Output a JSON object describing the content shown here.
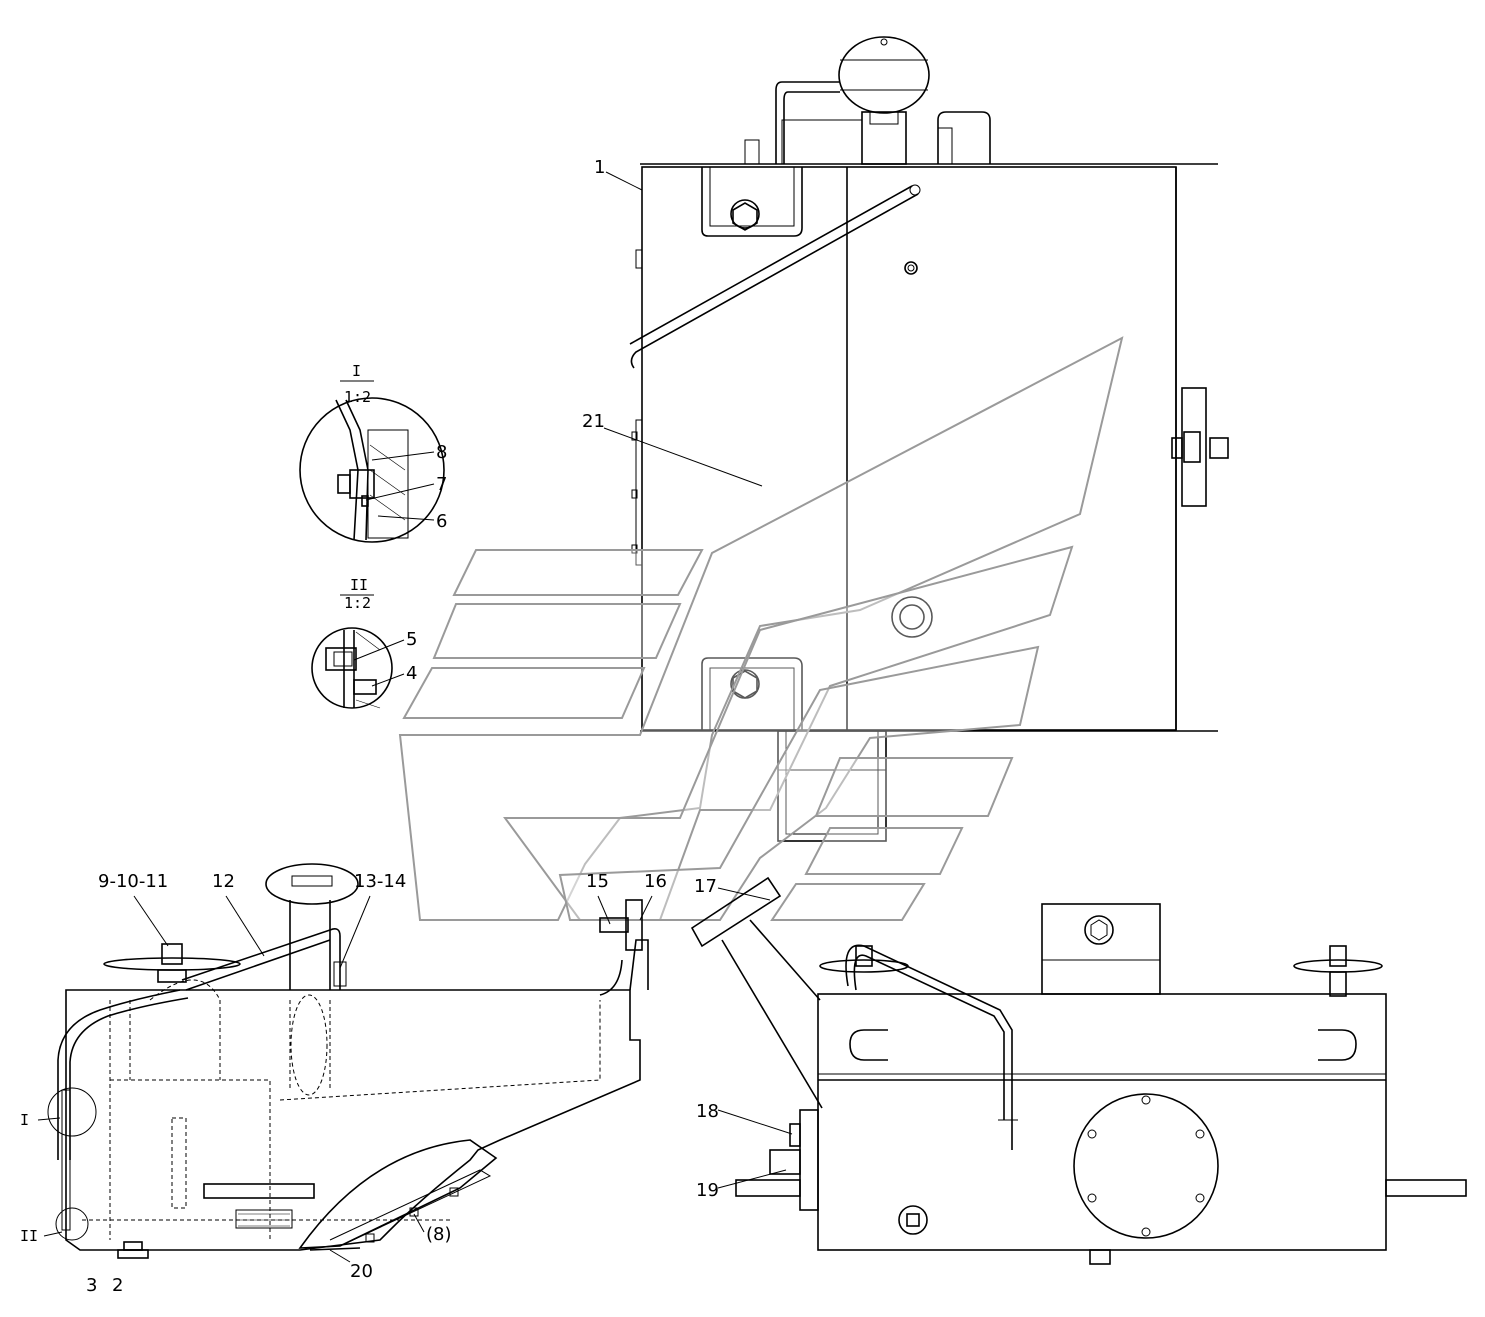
{
  "callouts": {
    "c1": "1",
    "c21": "21",
    "c8": "8",
    "c7": "7",
    "c6": "6",
    "c5": "5",
    "c4": "4",
    "c9_10_11": "9-10-11",
    "c12": "12",
    "c13_14": "13-14",
    "c15": "15",
    "c16": "16",
    "c17": "17",
    "c18": "18",
    "c19": "19",
    "c20": "20",
    "c8b": "(8)",
    "c3": "3",
    "c2": "2"
  },
  "details": {
    "detail_I": {
      "id": "I",
      "scale": "1:2"
    },
    "detail_II": {
      "id": "II",
      "scale": "1:2"
    }
  },
  "detail_markers": {
    "marker_I": "I",
    "marker_II": "II"
  },
  "colors": {
    "line": "#000000",
    "watermark": "#9a9a9a",
    "background": "#ffffff"
  }
}
